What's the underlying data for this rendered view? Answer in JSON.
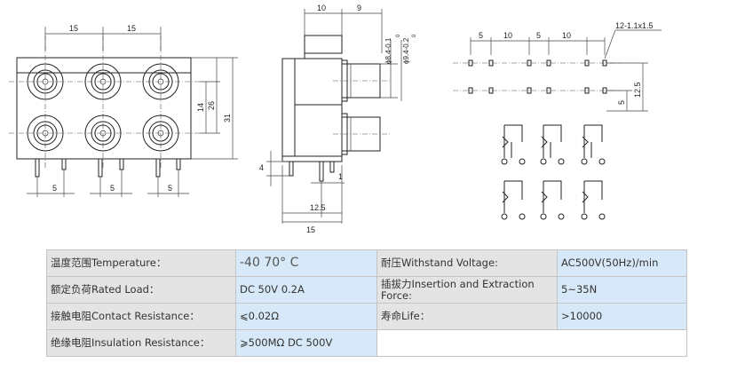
{
  "dims": {
    "front": {
      "spacing_a": "15",
      "spacing_b": "15",
      "row_gap": "14",
      "center_h": "26",
      "total_h": "31",
      "pin_a": "5",
      "pin_b": "5",
      "pin_c": "5"
    },
    "side": {
      "top_a": "10",
      "top_b": "9",
      "dia_a": "ϕ8.4-0.1",
      "dia_a_tol": "0",
      "dia_b": "ϕ9.4-0.2",
      "dia_b_tol": "0",
      "pin_h": "4",
      "pin_w": "1",
      "base_a": "12.5",
      "base_b": "15"
    },
    "pcb": {
      "hole_note": "12-1.1x1.5",
      "gap_a": "5",
      "gap_b": "10",
      "gap_c": "5",
      "gap_d": "10",
      "row_pitch": "12.5",
      "row_off": "5"
    }
  },
  "specs": {
    "rows": [
      {
        "label": "温度范围Temperature：",
        "value": "-40     70° C",
        "right_label": "耐压Withstand Voltage:",
        "right_value": "AC500V(50Hz)/min"
      },
      {
        "label": "额定负荷Rated Load：",
        "value": "DC 50V 0.2A",
        "right_label": "插拔力Insertion and Extraction Force:",
        "right_value": "5~35N"
      },
      {
        "label": "接触电阻Contact Resistance：",
        "value": "⩽0.02Ω",
        "right_label": "寿命Life：",
        "right_value": ">10000"
      },
      {
        "label": "绝缘电阻Insulation Resistance：",
        "value": "⩾500MΩ  DC  500V",
        "right_label": "",
        "right_value": ""
      }
    ]
  }
}
